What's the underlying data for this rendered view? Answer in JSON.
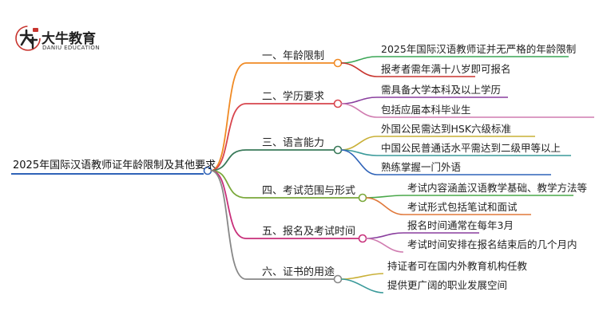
{
  "brand": {
    "logo_glyph": "大牛",
    "name": "大牛教育",
    "sub": "DANIU EDUCATION"
  },
  "mindmap": {
    "root": "2025年国际汉语教师证年龄限制及其他要求",
    "branches": [
      {
        "label": "一、年龄限制",
        "color": "#f08a24",
        "leaves": [
          {
            "text": "2025年国际汉语教师证并无严格的年龄限制",
            "color": "#3aa655"
          },
          {
            "text": "报考者需年满十八岁即可报名",
            "color": "#c8342e"
          }
        ]
      },
      {
        "label": "二、学历要求",
        "color": "#d8454d",
        "leaves": [
          {
            "text": "需具备大学本科及以上学历",
            "color": "#8a3f9e"
          },
          {
            "text": "包括应届本科毕业生",
            "color": "#d07cb0"
          }
        ]
      },
      {
        "label": "三、语言能力",
        "color": "#3a7a5a",
        "leaves": [
          {
            "text": "外国公民需达到HSK六级标准",
            "color": "#c9b037"
          },
          {
            "text": "中国公民普通话水平需达到二级甲等以上",
            "color": "#3a9a9a"
          },
          {
            "text": "熟练掌握一门外语",
            "color": "#2f63b8"
          }
        ]
      },
      {
        "label": "四、考试范围与形式",
        "color": "#7aa83a",
        "leaves": [
          {
            "text": "考试内容涵盖汉语教学基础、教学方法等",
            "color": "#4aa84a"
          },
          {
            "text": "考试形式包括笔试和面试",
            "color": "#e0783a"
          }
        ]
      },
      {
        "label": "五、报名及考试时间",
        "color": "#c82f7a",
        "leaves": [
          {
            "text": "报名时间通常在每年3月",
            "color": "#8a3f9e"
          },
          {
            "text": "考试时间安排在报名结束后的几个月内",
            "color": "#d07cb0"
          }
        ]
      },
      {
        "label": "六、证书的用途",
        "color": "#888888",
        "leaves": [
          {
            "text": "持证者可在国内外教育机构任教",
            "color": "#c9b037"
          },
          {
            "text": "提供更广阔的职业发展空间",
            "color": "#3a9a9a"
          }
        ]
      }
    ],
    "colors": {
      "root_line": "#2f63b8",
      "root_dot": "#2f63b8"
    }
  }
}
